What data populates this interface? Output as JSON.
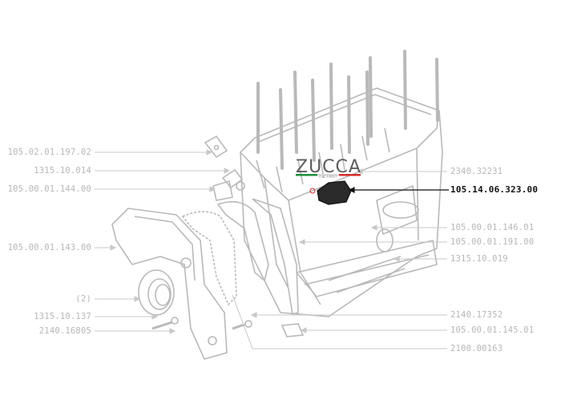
{
  "colors": {
    "line_art": "#b9b9b9",
    "leader": "#c8c8c8",
    "highlight_text": "#111111",
    "logo_green": "#1e8f3a",
    "logo_red": "#d42a2a"
  },
  "logo": {
    "text": "ZUCCA",
    "subtext": "RICAMBI"
  },
  "labels_left": [
    {
      "id": "l1",
      "text": "105.02.01.197.02"
    },
    {
      "id": "l2",
      "text": "1315.10.014"
    },
    {
      "id": "l3",
      "text": "105.00.01.144.00"
    },
    {
      "id": "l4",
      "text": "105.00.01.143.00"
    },
    {
      "id": "l5",
      "text": "(2)"
    },
    {
      "id": "l6",
      "text": "1315.10.137"
    },
    {
      "id": "l7",
      "text": "2140.16805"
    }
  ],
  "labels_right": [
    {
      "id": "r1",
      "text": "2340.32231"
    },
    {
      "id": "r2",
      "text": "105.14.06.323.00",
      "highlight": true
    },
    {
      "id": "r3",
      "text": "105.00.01.146.01"
    },
    {
      "id": "r4",
      "text": "105.00.01.191.00"
    },
    {
      "id": "r5",
      "text": "1315.10.019"
    },
    {
      "id": "r6",
      "text": "2140.17352"
    },
    {
      "id": "r7",
      "text": "105.00.01.145.01"
    },
    {
      "id": "r8",
      "text": "2100.00163"
    }
  ]
}
